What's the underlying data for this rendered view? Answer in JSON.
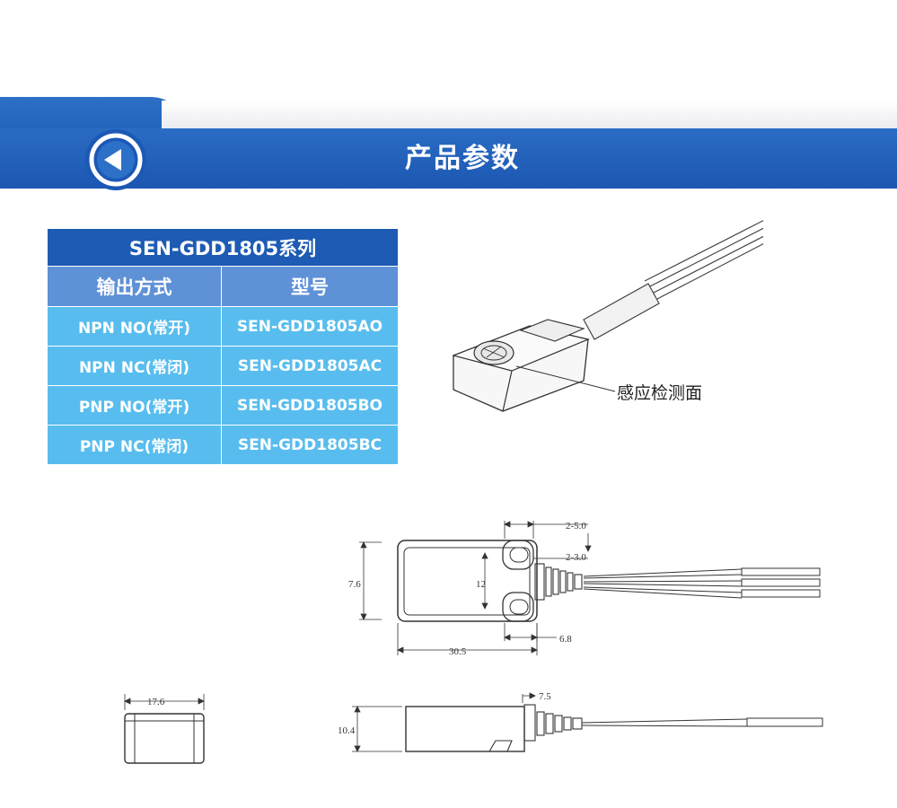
{
  "header": {
    "title": "产品参数",
    "back_icon": "circle-arrow-left-icon",
    "accent_color": "#1d5bb4"
  },
  "table": {
    "title": "SEN-GDD1805系列",
    "headers": [
      "输出方式",
      "型号"
    ],
    "rows": [
      [
        "NPN NO(常开)",
        "SEN-GDD1805AO"
      ],
      [
        "NPN NC(常闭)",
        "SEN-GDD1805AC"
      ],
      [
        "PNP NO(常开)",
        "SEN-GDD1805BO"
      ],
      [
        "PNP NC(常闭)",
        "SEN-GDD1805BC"
      ]
    ],
    "colors": {
      "title_bg": "#1d5bb4",
      "header_bg": "#5f91d7",
      "row_bg": "#58bdee"
    }
  },
  "illustration": {
    "callout": "感应检测面"
  },
  "dimensions": {
    "top_view": {
      "height": "7.6",
      "length": "30.5",
      "slot": "12",
      "gap1": "2-5.0",
      "gap2": "2-3.0",
      "tail": "6.8"
    },
    "side_view": {
      "height": "10.4",
      "step": "7.5"
    },
    "end_view": {
      "width": "17.6"
    }
  }
}
